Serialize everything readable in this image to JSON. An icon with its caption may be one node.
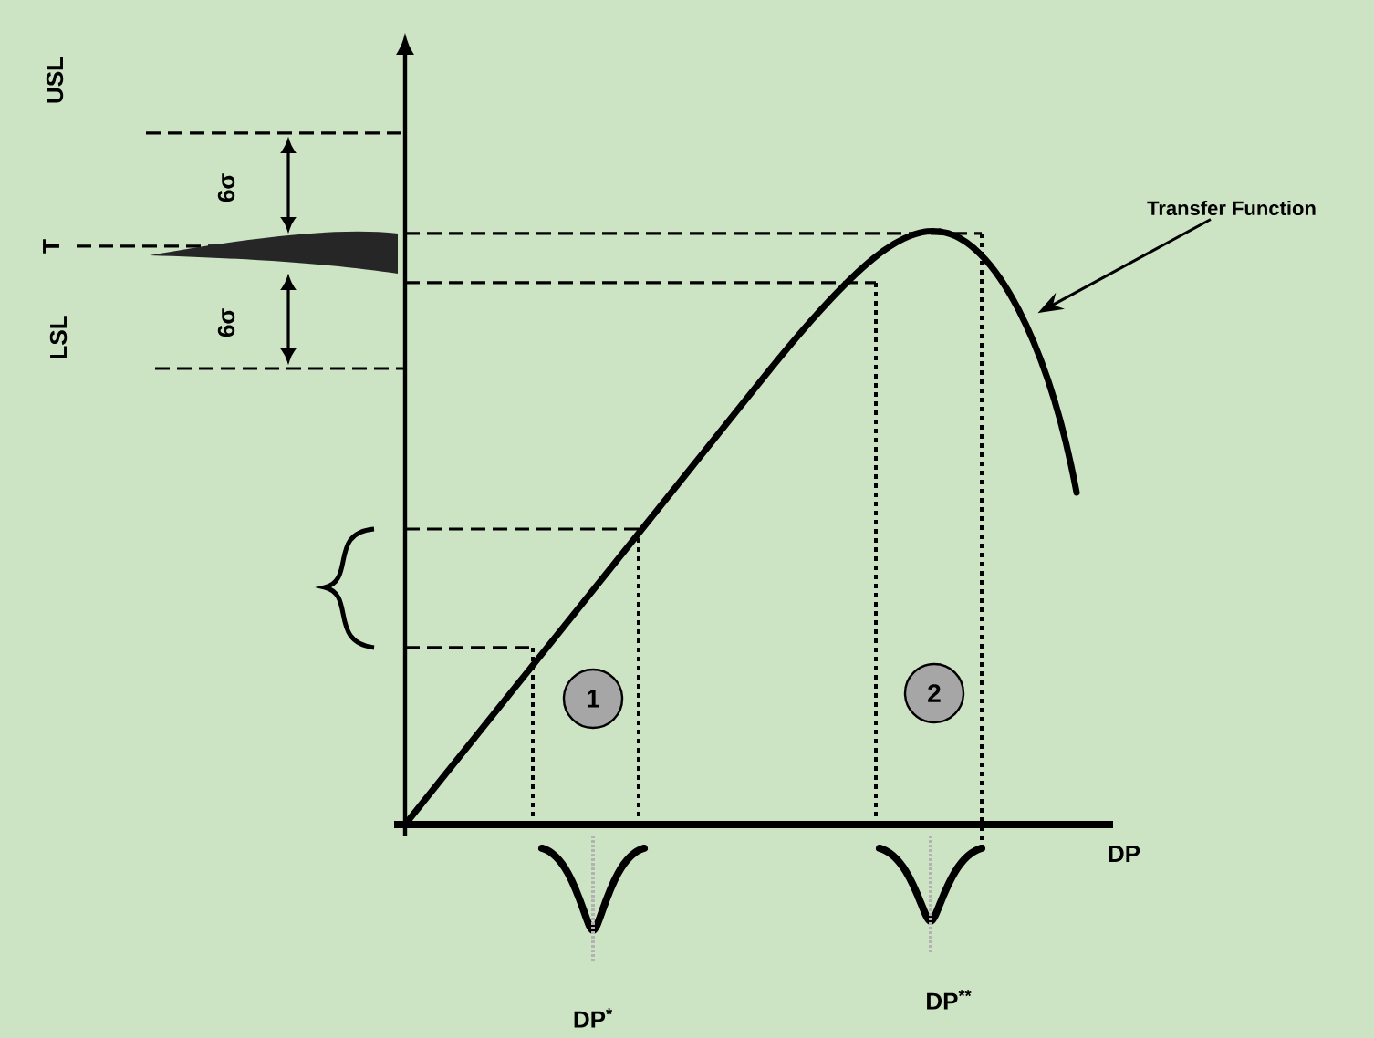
{
  "diagram": {
    "nodes": [
      {
        "text": [
          "Transfer Function"
        ]
      },
      {
        "text": [],
        "shape": "curve"
      },
      {
        "text": [
          "1"
        ]
      },
      {
        "text": [
          "2"
        ]
      }
    ],
    "edges": [
      {
        "from": 0,
        "to": 1,
        "arrow": "to"
      }
    ],
    "labels": [
      "USL",
      "6σ",
      "T",
      "6σ",
      "LSL",
      "DP",
      "DP$^{*}$",
      "DP$^{**}$"
    ]
  }
}
